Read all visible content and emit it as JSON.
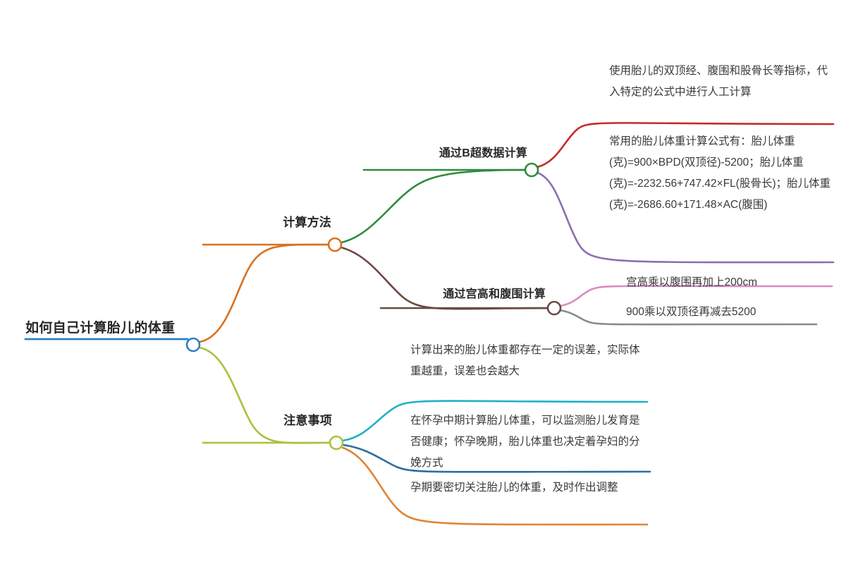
{
  "document": {
    "type": "mind-map",
    "background": "#ffffff"
  },
  "colors": {
    "root": "#2f7fbf",
    "calc_method": "#d9711f",
    "notes": "#a8c23c",
    "bchao": "#2e8b3d",
    "gonggao": "#6b4a42",
    "leaf_b1": "#c62b2b",
    "leaf_b2": "#8a6fae",
    "leaf_g1": "#d98cc0",
    "leaf_g2": "#8a8a8a",
    "leaf_n1": "#1fb0c8",
    "leaf_n2": "#2f6e9e",
    "leaf_n3": "#e08434",
    "text": "#262626",
    "leaf_text": "#3a3a3a"
  },
  "root": {
    "label": "如何自己计算胎儿的体重"
  },
  "branches": [
    {
      "id": "calc-method",
      "label": "计算方法",
      "children": [
        {
          "id": "bchao",
          "label": "通过B超数据计算",
          "leaves": [
            {
              "id": "b1",
              "text": "使用胎儿的双顶经、腹围和股骨长等指标，代入特定的公式中进行人工计算"
            },
            {
              "id": "b2",
              "text": "常用的胎儿体重计算公式有：胎儿体重(克)=900×BPD(双顶径)-5200；胎儿体重(克)=-2232.56+747.42×FL(股骨长)；胎儿体重(克)=-2686.60+171.48×AC(腹围)"
            }
          ]
        },
        {
          "id": "gonggao",
          "label": "通过宫高和腹围计算",
          "leaves": [
            {
              "id": "g1",
              "text": "宫高乘以腹围再加上200cm"
            },
            {
              "id": "g2",
              "text": "900乘以双顶径再减去5200"
            }
          ]
        }
      ]
    },
    {
      "id": "notes",
      "label": "注意事项",
      "leaves": [
        {
          "id": "n1",
          "text": "计算出来的胎儿体重都存在一定的误差，实际体重越重，误差也会越大"
        },
        {
          "id": "n2",
          "text": "在怀孕中期计算胎儿体重，可以监测胎儿发育是否健康；怀孕晚期，胎儿体重也决定着孕妇的分娩方式"
        },
        {
          "id": "n3",
          "text": "孕期要密切关注胎儿的体重，及时作出调整"
        }
      ]
    }
  ]
}
